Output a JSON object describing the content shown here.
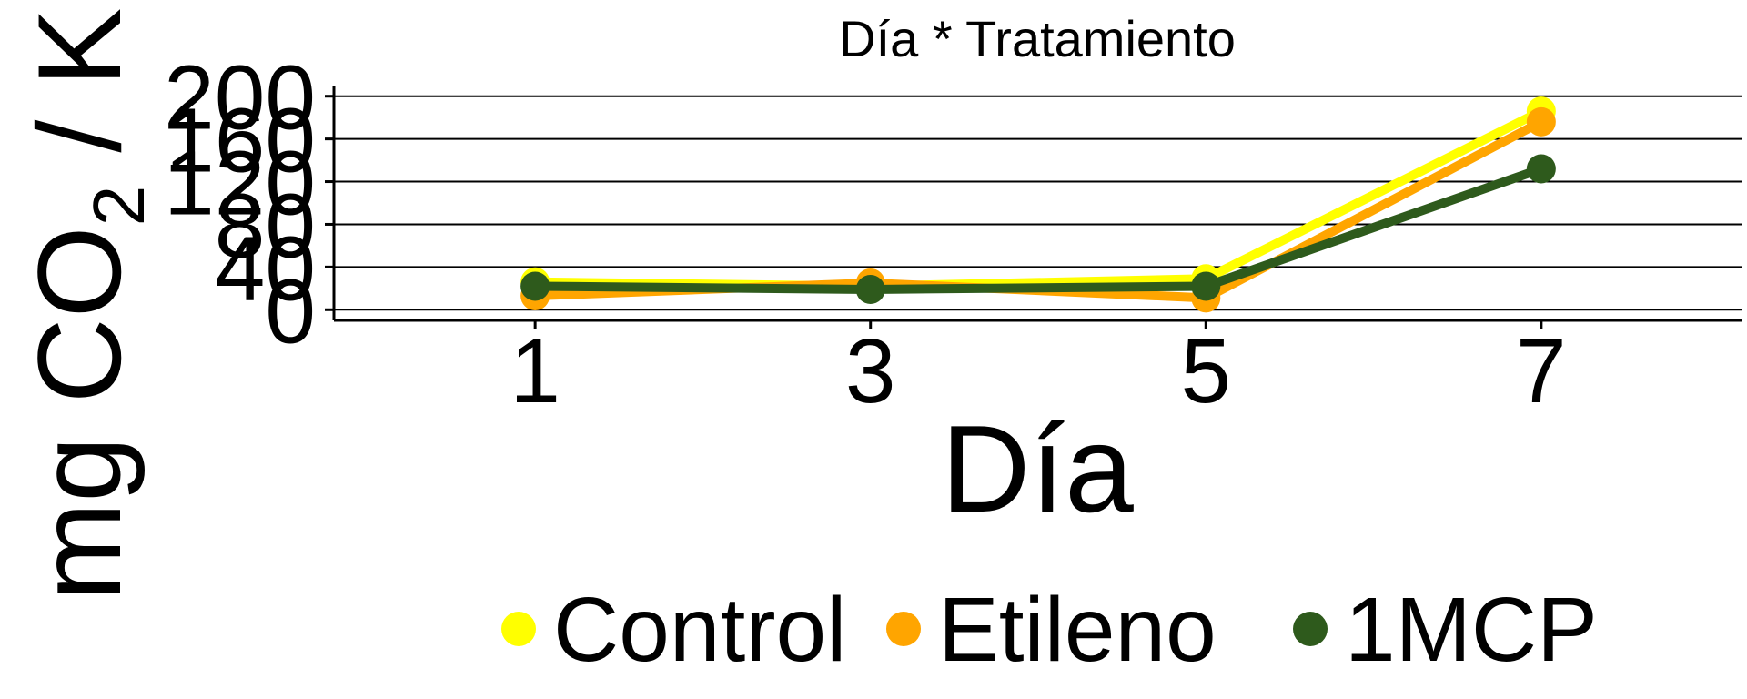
{
  "chart_data": {
    "type": "line",
    "title": "Día * Tratamiento",
    "xlabel": "Día",
    "ylabel": {
      "part1": "mg  CO",
      "subscript": "2",
      "part2": " / K"
    },
    "x": [
      1,
      3,
      5,
      7
    ],
    "x_tick_labels": [
      "1",
      "3",
      "5",
      "7"
    ],
    "xlim": [
      -0.2,
      8.2
    ],
    "ylim": [
      -10,
      210
    ],
    "y_ticks": [
      0,
      40,
      80,
      120,
      160,
      200
    ],
    "y_tick_labels": [
      "0",
      "40",
      "80",
      "120",
      "160",
      "200"
    ],
    "grid": "horizontal",
    "legend_position": "bottom",
    "series": [
      {
        "name": "Control",
        "color": "#FFFF00",
        "values": [
          26,
          22,
          29,
          186
        ]
      },
      {
        "name": "Etileno",
        "color": "#FFA500",
        "values": [
          13,
          25,
          11,
          176
        ]
      },
      {
        "name": "1MCP",
        "color": "#2E5A1C",
        "values": [
          22,
          19,
          22,
          132
        ]
      }
    ]
  }
}
